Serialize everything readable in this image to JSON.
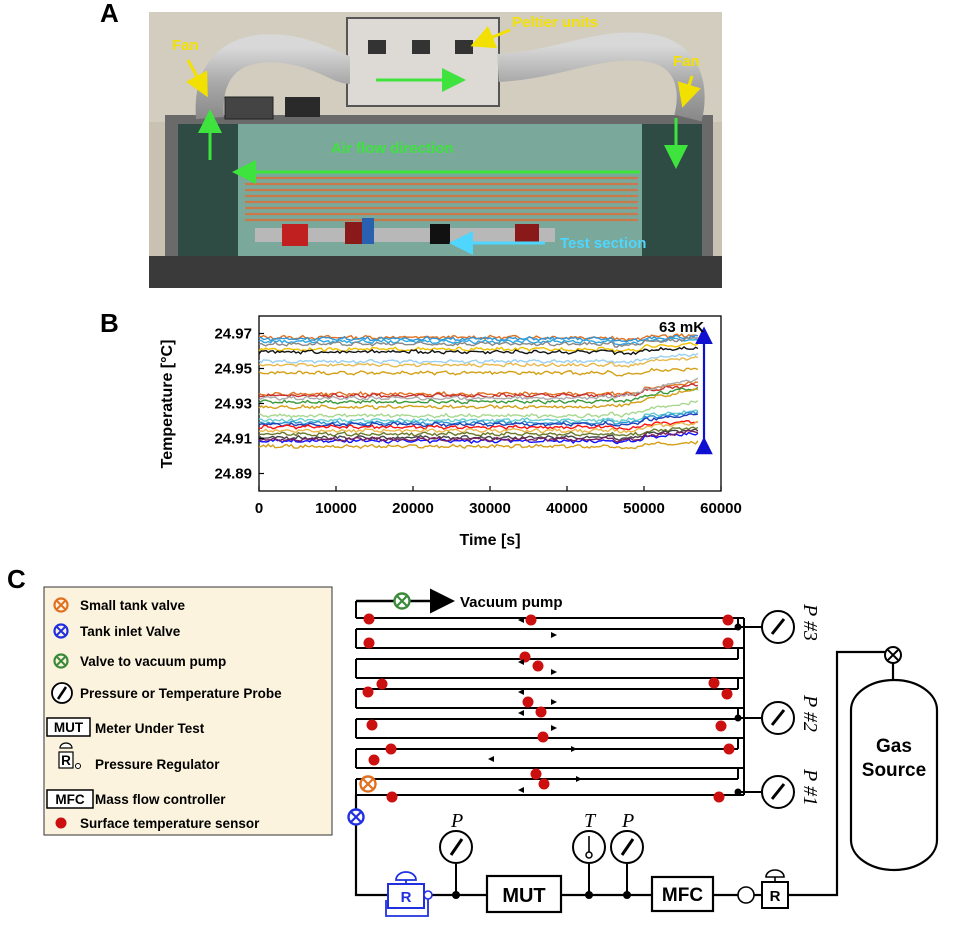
{
  "panels": {
    "a": "A",
    "b": "B",
    "c": "C"
  },
  "photo": {
    "labels": {
      "fan_left": "Fan",
      "fan_right": "Fan",
      "peltier": "Peltier units",
      "air_flow": "Air flow direction",
      "test_section": "Test section"
    },
    "colors": {
      "label": "#f2e000",
      "air_flow": "#3ee33e",
      "test_section": "#4fd6ff"
    }
  },
  "chart_data": {
    "type": "line",
    "xlabel": "Time [s]",
    "ylabel": "Temperature [°C]",
    "xlim": [
      0,
      60000
    ],
    "ylim": [
      24.88,
      24.98
    ],
    "x_ticks": [
      "0",
      "10000",
      "20000",
      "30000",
      "40000",
      "50000",
      "60000"
    ],
    "y_ticks": [
      "24.97",
      "24.95",
      "24.93",
      "24.91",
      "24.89"
    ],
    "annotation": "63 mK",
    "annotation_range": [
      24.906,
      24.969
    ],
    "grid": false,
    "x_end": 57000,
    "series": [
      {
        "color": "#e07020",
        "start": 24.9678,
        "end": 24.969
      },
      {
        "color": "#2f95d6",
        "start": 24.967,
        "end": 24.968
      },
      {
        "color": "#2fa8e0",
        "start": 24.9655,
        "end": 24.9665
      },
      {
        "color": "#888888",
        "start": 24.964,
        "end": 24.967
      },
      {
        "color": "#f0c000",
        "start": 24.961,
        "end": 24.964
      },
      {
        "color": "#111111",
        "start": 24.9595,
        "end": 24.962
      },
      {
        "color": "#9ad0f0",
        "start": 24.954,
        "end": 24.958
      },
      {
        "color": "#e8b84a",
        "start": 24.952,
        "end": 24.956
      },
      {
        "color": "#d4a017",
        "start": 24.9475,
        "end": 24.95
      },
      {
        "color": "#e07020",
        "start": 24.9355,
        "end": 24.942
      },
      {
        "color": "#c83030",
        "start": 24.9345,
        "end": 24.941
      },
      {
        "color": "#aaaaaa",
        "start": 24.933,
        "end": 24.944
      },
      {
        "color": "#3a9a3a",
        "start": 24.931,
        "end": 24.939
      },
      {
        "color": "#d4a017",
        "start": 24.928,
        "end": 24.938
      },
      {
        "color": "#a8d890",
        "start": 24.923,
        "end": 24.931
      },
      {
        "color": "#66cccc",
        "start": 24.9205,
        "end": 24.926
      },
      {
        "color": "#2f95d6",
        "start": 24.919,
        "end": 24.925
      },
      {
        "color": "#1f3fb8",
        "start": 24.918,
        "end": 24.924
      },
      {
        "color": "#ff1010",
        "start": 24.9165,
        "end": 24.92
      },
      {
        "color": "#e8b84a",
        "start": 24.9145,
        "end": 24.919
      },
      {
        "color": "#6a7a2a",
        "start": 24.9125,
        "end": 24.916
      },
      {
        "color": "#444444",
        "start": 24.9105,
        "end": 24.915
      },
      {
        "color": "#1010ff",
        "start": 24.9085,
        "end": 24.913
      },
      {
        "color": "#7a2060",
        "start": 24.9095,
        "end": 24.914
      },
      {
        "color": "#d4a017",
        "start": 24.9055,
        "end": 24.908
      }
    ]
  },
  "diagram": {
    "legend": [
      {
        "icon": "valve-orange",
        "label": "Small tank valve"
      },
      {
        "icon": "valve-blue",
        "label": "Tank inlet Valve"
      },
      {
        "icon": "valve-green",
        "label": "Valve to vacuum pump"
      },
      {
        "icon": "gauge",
        "label": "Pressure or Temperature Probe"
      },
      {
        "icon": "box",
        "badge": "MUT",
        "label": "Meter Under Test"
      },
      {
        "icon": "regulator",
        "badge": "R",
        "label": "Pressure Regulator"
      },
      {
        "icon": "box",
        "badge": "MFC",
        "label": "Mass flow controller"
      },
      {
        "icon": "dot",
        "label": "Surface temperature sensor"
      }
    ],
    "vacuum_pump": "Vacuum pump",
    "gauges": {
      "p3": "P #3",
      "p2": "P #2",
      "p1": "P #1",
      "p": "P",
      "t": "T"
    },
    "mut": "MUT",
    "mfc": "MFC",
    "regulator": "R",
    "gas_source_line1": "Gas",
    "gas_source_line2": "Source",
    "colors": {
      "sensor": "#cc1010",
      "valve_orange": "#e07020",
      "valve_blue": "#2030e0",
      "valve_green": "#3a8a3a",
      "regulator_blue": "#2030e0",
      "legend_bg": "#fbf3de"
    }
  }
}
